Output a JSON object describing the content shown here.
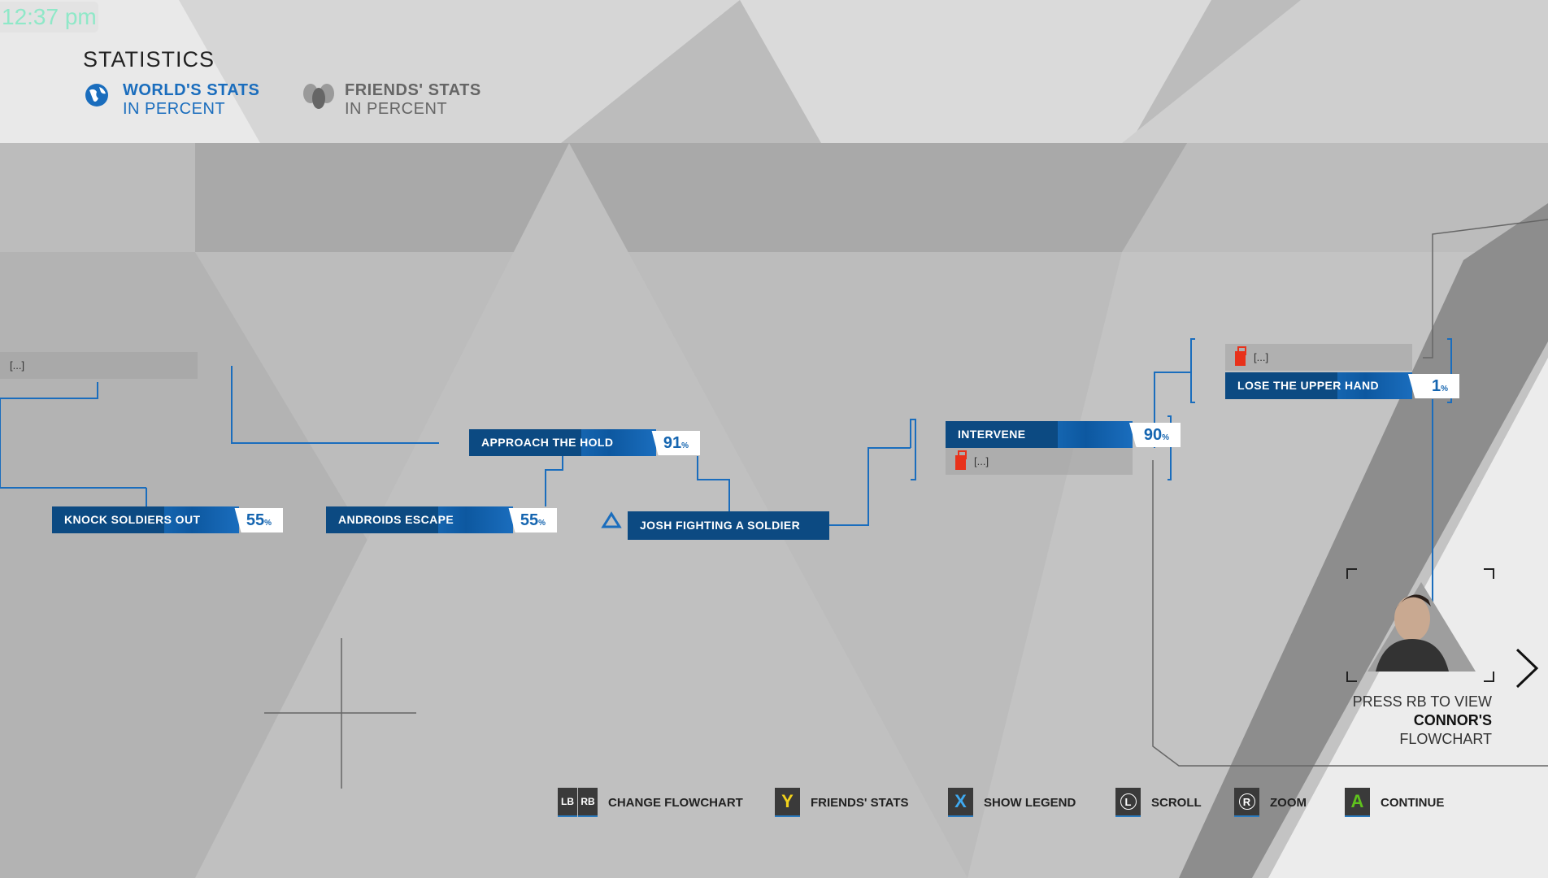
{
  "status_time": "12:37 pm",
  "header": {
    "title": "STATISTICS",
    "worlds_stats": {
      "label": "WORLD'S STATS",
      "sub": "IN PERCENT",
      "icon": "globe-icon",
      "color": "#1a6dbd"
    },
    "friends_stats": {
      "label": "FRIENDS' STATS",
      "sub": "IN PERCENT",
      "icon": "friends-icon",
      "color": "#666666"
    }
  },
  "flowchart": {
    "locked_top_left": "[...]",
    "approach": {
      "label": "APPROACH THE HOLD",
      "pct": "91"
    },
    "knock": {
      "label": "KNOCK SOLDIERS OUT",
      "pct": "55"
    },
    "escape": {
      "label": "ANDROIDS ESCAPE",
      "pct": "55"
    },
    "josh": {
      "label": "JOSH FIGHTING A SOLDIER"
    },
    "intervene": {
      "label": "INTERVENE",
      "pct": "90",
      "locked": "[...]"
    },
    "lose": {
      "label": "LOSE THE UPPER HAND",
      "pct": "1",
      "locked": "[...]"
    },
    "pct_symbol": "%"
  },
  "connor": {
    "line1": "PRESS RB TO VIEW",
    "line2": "CONNOR'S",
    "line3": "FLOWCHART"
  },
  "legend": [
    {
      "keys": [
        "LB",
        "RB"
      ],
      "label": "CHANGE FLOWCHART"
    },
    {
      "key": "Y",
      "label": "FRIENDS' STATS",
      "color": "#f2d21b"
    },
    {
      "key": "X",
      "label": "SHOW LEGEND",
      "color": "#3fa9f0"
    },
    {
      "key": "L",
      "label": "SCROLL"
    },
    {
      "key": "R",
      "label": "ZOOM"
    },
    {
      "key": "A",
      "label": "CONTINUE",
      "color": "#5fc21d"
    }
  ]
}
